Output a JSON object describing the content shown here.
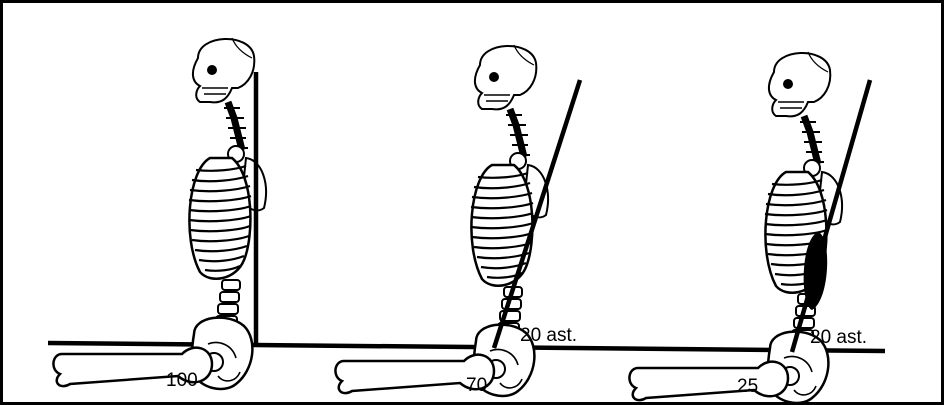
{
  "figures": [
    {
      "value_label": "100",
      "angle_label": ""
    },
    {
      "value_label": "70",
      "angle_label": "20 ast."
    },
    {
      "value_label": "25",
      "angle_label": "20 ast."
    }
  ]
}
